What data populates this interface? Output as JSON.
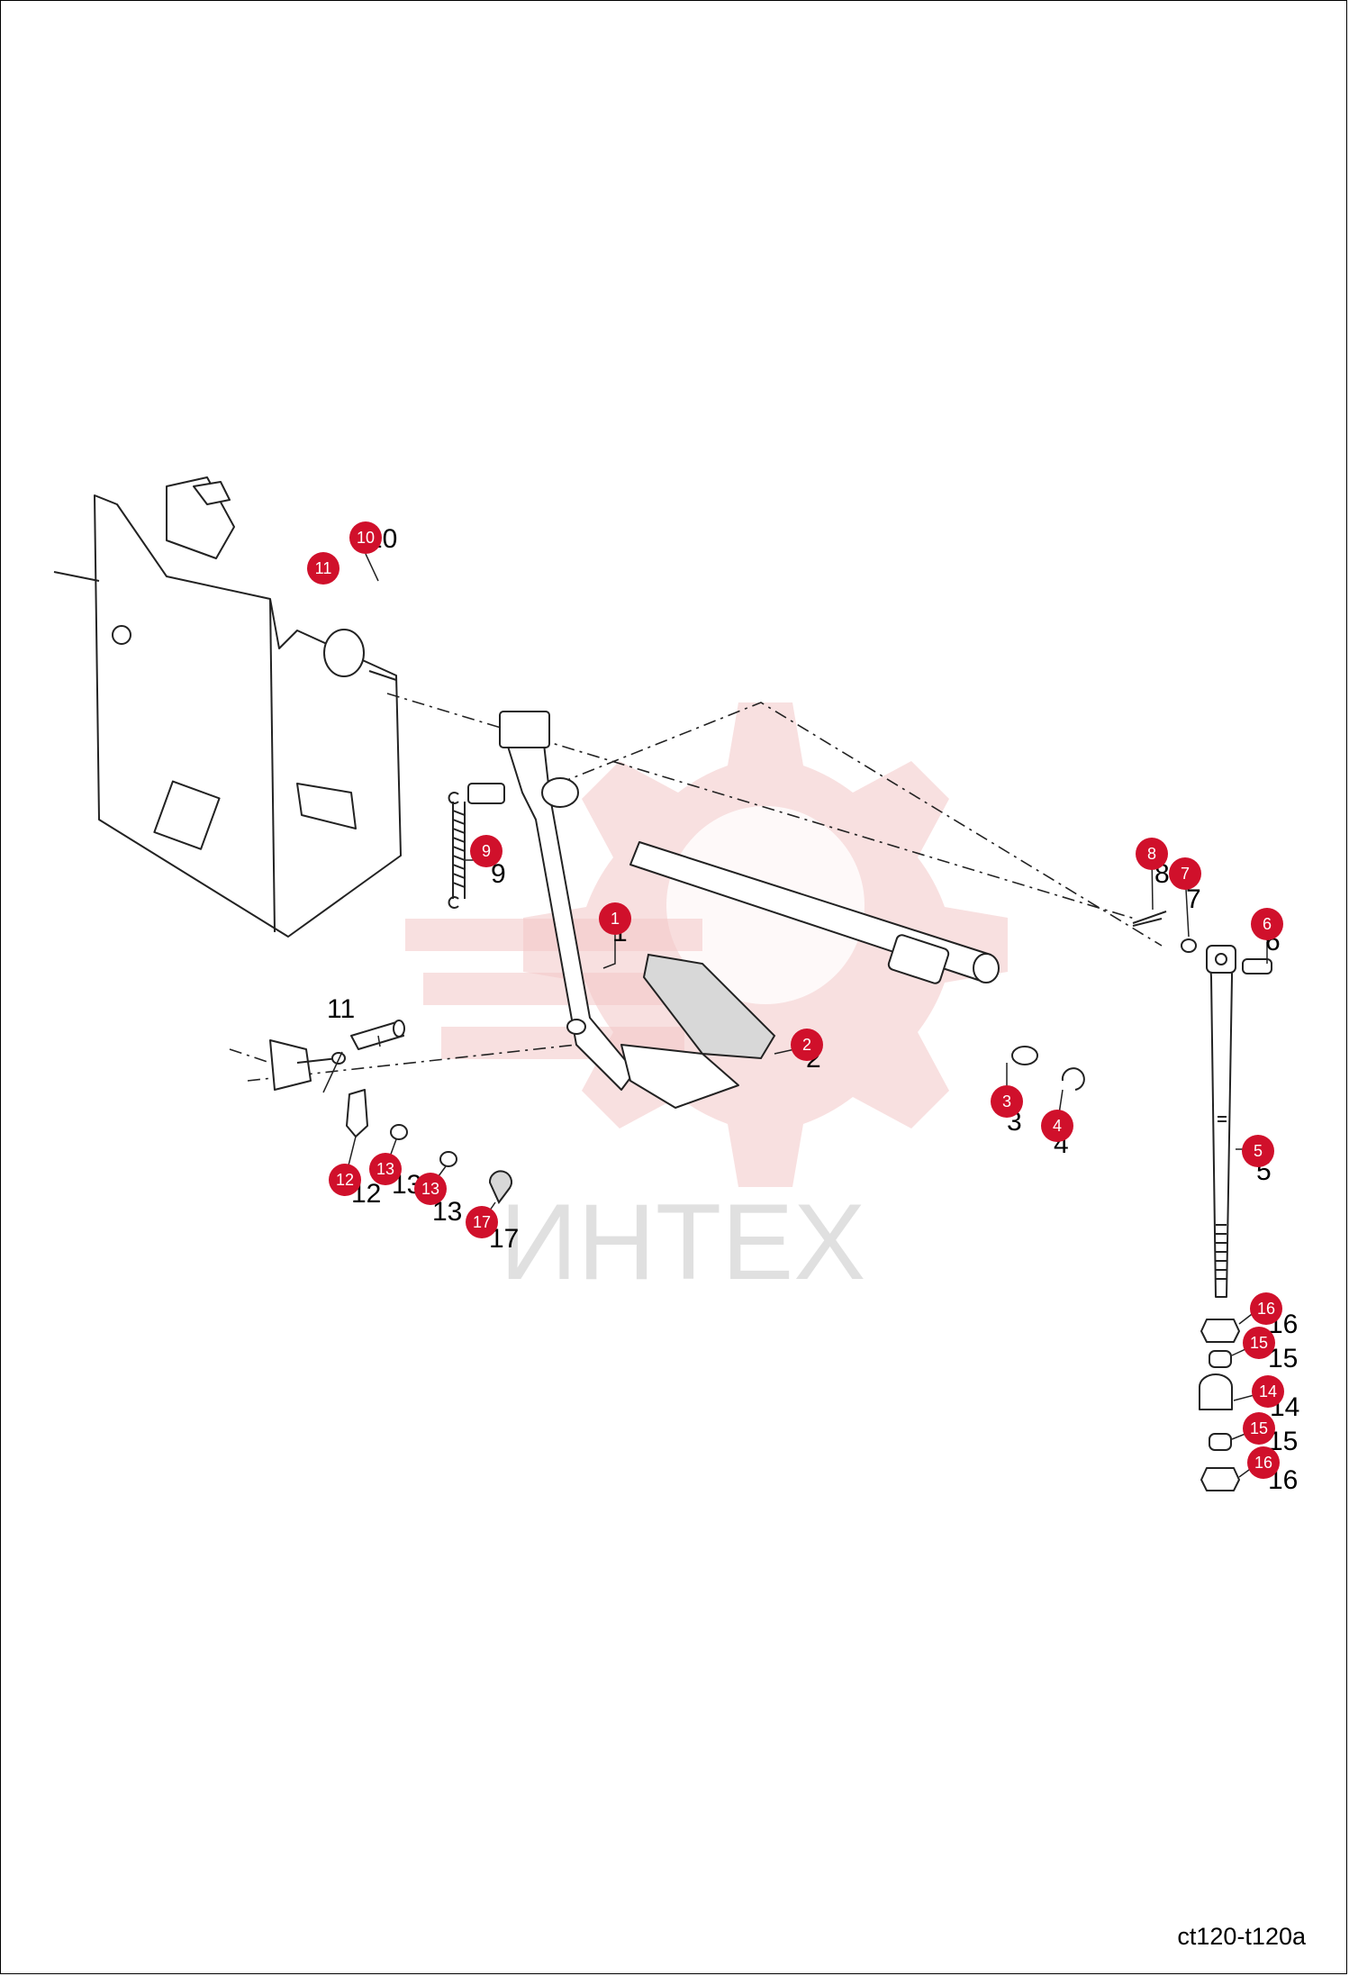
{
  "doc_code": "ct120-t120a",
  "watermark_text": "ИНТЕХ",
  "callout_color": "#d0102b",
  "callouts": [
    {
      "id": "1",
      "label": "1"
    },
    {
      "id": "2",
      "label": "2"
    },
    {
      "id": "3",
      "label": "3"
    },
    {
      "id": "4",
      "label": "4"
    },
    {
      "id": "5",
      "label": "5"
    },
    {
      "id": "6",
      "label": "6"
    },
    {
      "id": "7",
      "label": "7"
    },
    {
      "id": "8",
      "label": "8"
    },
    {
      "id": "9",
      "label": "9"
    },
    {
      "id": "10",
      "label": "10"
    },
    {
      "id": "11",
      "label": "11"
    },
    {
      "id": "12",
      "label": "12"
    },
    {
      "id": "13a",
      "label": "13"
    },
    {
      "id": "13b",
      "label": "13"
    },
    {
      "id": "14",
      "label": "14"
    },
    {
      "id": "15a",
      "label": "15"
    },
    {
      "id": "15b",
      "label": "15"
    },
    {
      "id": "16a",
      "label": "16"
    },
    {
      "id": "16b",
      "label": "16"
    },
    {
      "id": "17",
      "label": "17"
    }
  ]
}
